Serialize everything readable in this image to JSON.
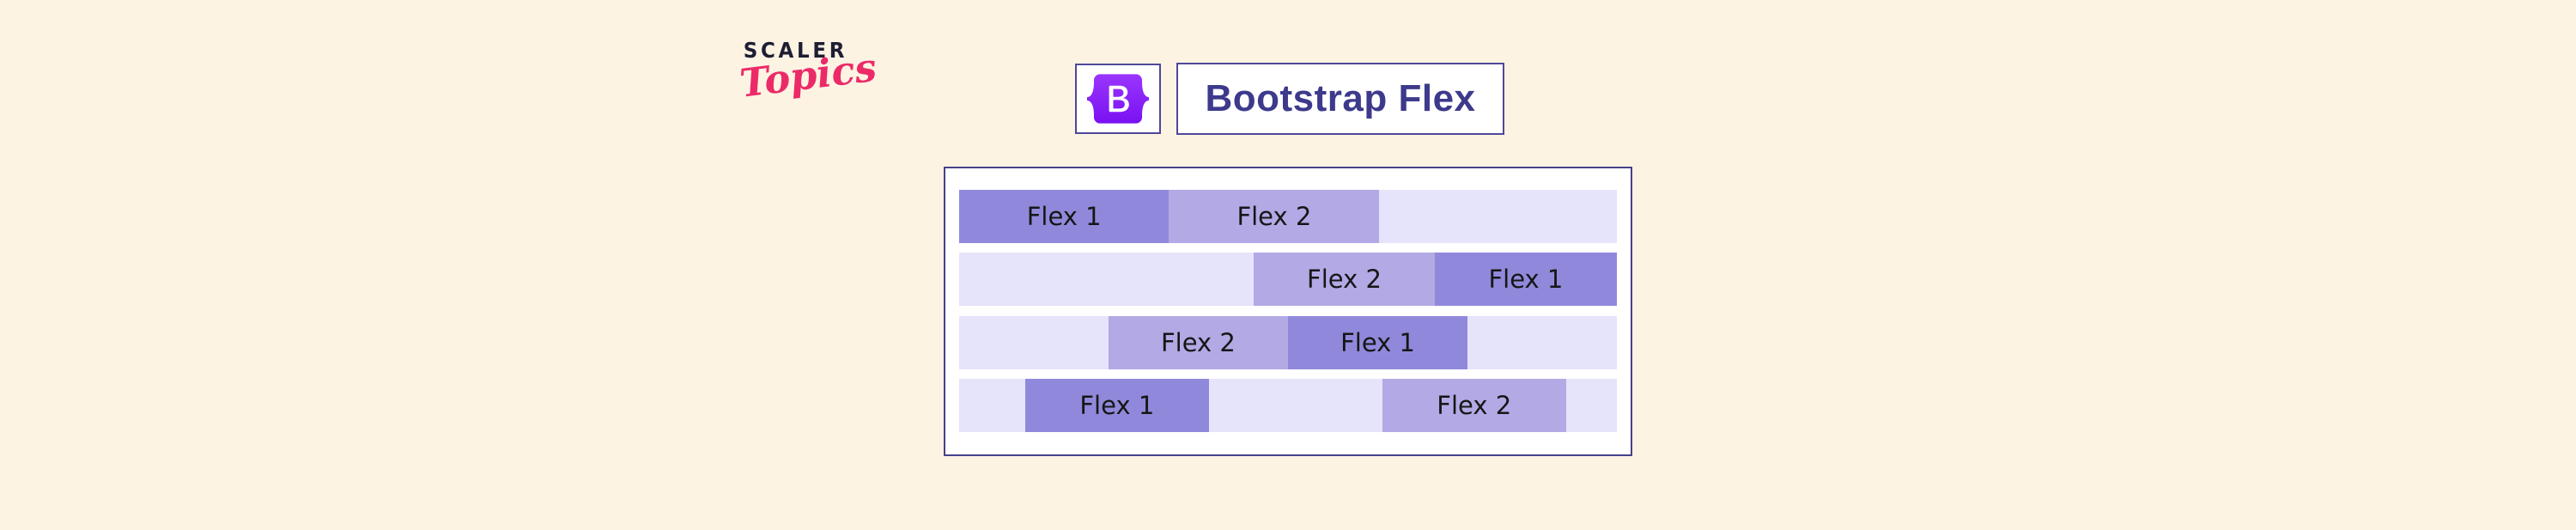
{
  "page": {
    "background": "#FDF3E3"
  },
  "logo": {
    "scaler": "SCALER",
    "topics": "Topics",
    "scaler_color": "#1E1E33",
    "topics_color": "#EC2A68"
  },
  "header": {
    "bootstrap_icon": {
      "letter": "B",
      "gradient_top": "#9A36FD",
      "gradient_bottom": "#7911F2"
    },
    "title": "Bootstrap Flex",
    "title_color": "#3D3A8C",
    "box_border": "#4E4898"
  },
  "diagram": {
    "panel_border": "#45418A",
    "track_color": "#E6E4FA",
    "bar_colors": {
      "flex1": "#9089DB",
      "flex2": "#B2A9E5"
    },
    "rows": [
      {
        "name": "justify-start",
        "justify": "flex-start",
        "items": [
          {
            "label": "Flex 1",
            "variant": "flex1",
            "width": "31.9%",
            "offset": "0%"
          },
          {
            "label": "Flex 2",
            "variant": "flex2",
            "width": "32.0%",
            "offset": "0%"
          }
        ]
      },
      {
        "name": "justify-end",
        "justify": "flex-end",
        "items": [
          {
            "label": "Flex 2",
            "variant": "flex2",
            "width": "27.5%",
            "offset": "0%"
          },
          {
            "label": "Flex 1",
            "variant": "flex1",
            "width": "27.7%",
            "offset": "0%"
          }
        ]
      },
      {
        "name": "justify-center",
        "justify": "center",
        "items": [
          {
            "label": "Flex 2",
            "variant": "flex2",
            "width": "27.3%",
            "offset": "0%"
          },
          {
            "label": "Flex 1",
            "variant": "flex1",
            "width": "27.3%",
            "offset": "0%"
          }
        ]
      },
      {
        "name": "spaced",
        "justify": "flex-start",
        "items": [
          {
            "label": "Flex 1",
            "variant": "flex1",
            "width": "28.0%",
            "offset": "10.0%"
          },
          {
            "label": "Flex 2",
            "variant": "flex2",
            "width": "28.0%",
            "offset": "26.3%"
          }
        ]
      }
    ]
  }
}
